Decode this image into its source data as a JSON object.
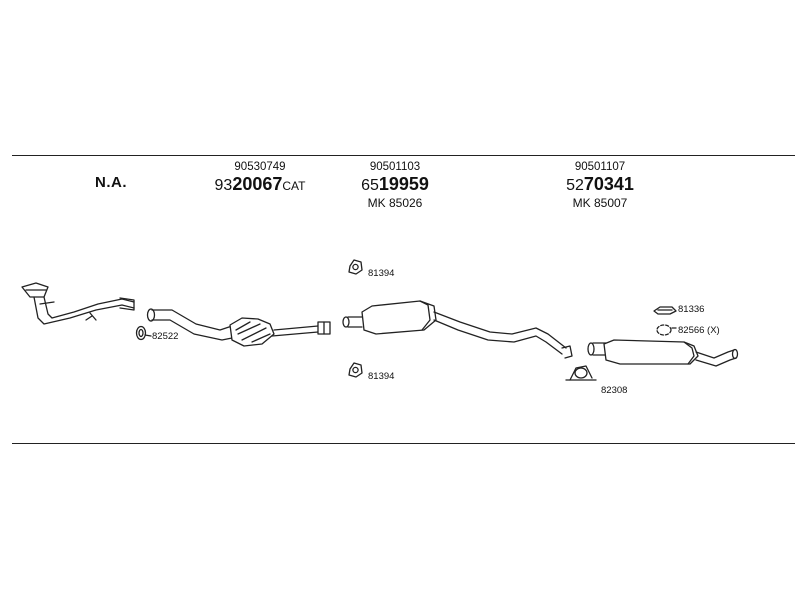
{
  "header": {
    "na_label": "N.A."
  },
  "columns": [
    {
      "part_number": "90530749",
      "prefix": "93",
      "main": "20067",
      "suffix": "CAT",
      "mk": ""
    },
    {
      "part_number": "90501103",
      "prefix": "65",
      "main": "19959",
      "suffix": "",
      "mk": "MK  85026"
    },
    {
      "part_number": "90501107",
      "prefix": "52",
      "main": "70341",
      "suffix": "",
      "mk": "MK  85007"
    }
  ],
  "labels": {
    "gasket_front": "82522",
    "hanger_top": "81394",
    "hanger_bottom": "81394",
    "rubber_ring": "81336",
    "clamp_x": "82566 (X)",
    "clamp_rear": "82308"
  }
}
